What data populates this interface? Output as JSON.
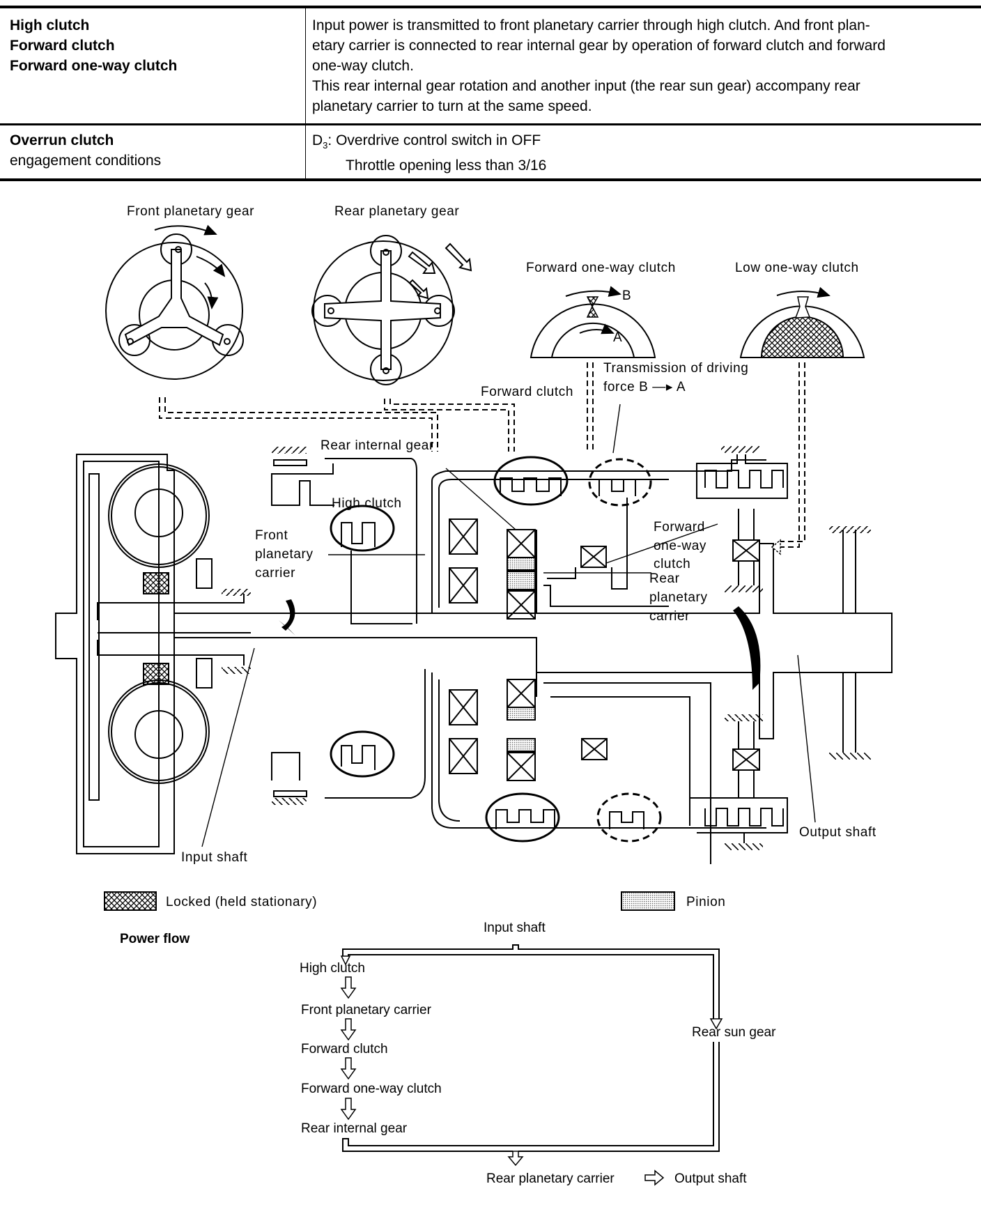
{
  "table": {
    "rows": [
      {
        "left": [
          "High clutch",
          "Forward clutch",
          "Forward one-way clutch"
        ],
        "right": [
          "Input power is transmitted to front planetary carrier through high clutch. And front plan-",
          "etary carrier is connected to rear internal gear by operation of forward clutch and forward",
          "one-way clutch.",
          "This rear internal gear rotation and another input (the rear sun gear) accompany rear",
          "planetary carrier to turn at the same speed."
        ]
      },
      {
        "left_bold": "Overrun clutch",
        "left_normal": "engagement conditions",
        "right_line1_prefix": "D",
        "right_line1_sub": "3",
        "right_line1_rest": ": Overdrive control switch in OFF",
        "right_line2": "Throttle opening less than 3/16"
      }
    ]
  },
  "diagram": {
    "labels": {
      "front_planetary_gear": "Front planetary gear",
      "rear_planetary_gear": "Rear planetary gear",
      "forward_one_way_clutch_top": "Forward one-way clutch",
      "low_one_way_clutch": "Low one-way clutch",
      "label_b": "B",
      "label_a": "A",
      "transmission_line1": "Transmission of driving",
      "transmission_line2": "force B —▸ A",
      "forward_clutch": "Forward clutch",
      "rear_internal_gear": "Rear internal gear",
      "high_clutch": "High clutch",
      "front_planetary_carrier": [
        "Front",
        "planetary",
        "carrier"
      ],
      "forward_one_way_clutch_side": [
        "Forward",
        "one-way",
        "clutch"
      ],
      "rear_planetary_carrier": [
        "Rear",
        "planetary",
        "carrier"
      ],
      "input_shaft": "Input shaft",
      "output_shaft": "Output shaft"
    }
  },
  "legend": {
    "locked": "Locked (held stationary)",
    "pinion": "Pinion"
  },
  "power_flow": {
    "title": "Power flow",
    "source": "Input shaft",
    "left_chain": [
      "High clutch",
      "Front planetary carrier",
      "Forward clutch",
      "Forward one-way clutch",
      "Rear internal gear"
    ],
    "right_chain": [
      "Rear sun gear"
    ],
    "merge_target": "Rear planetary carrier",
    "final_output": "Output shaft"
  }
}
